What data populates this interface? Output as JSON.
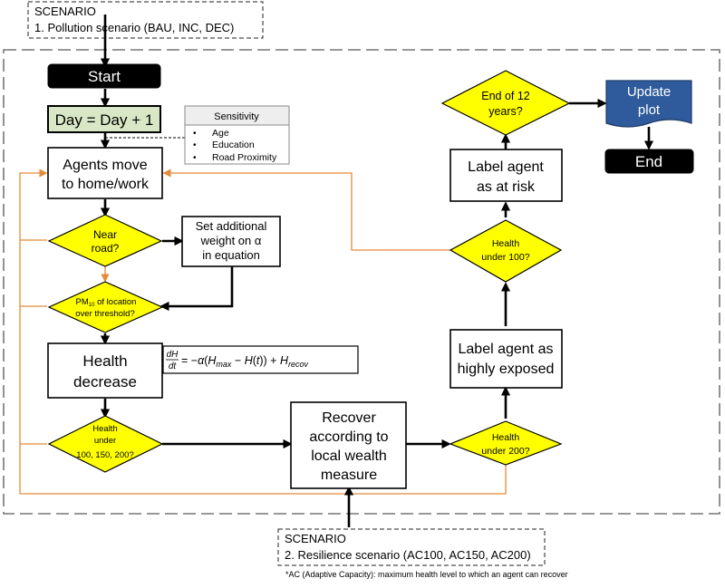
{
  "scenario1": {
    "title": "SCENARIO",
    "text": "1. Pollution scenario (BAU, INC, DEC)"
  },
  "scenario2": {
    "title": "SCENARIO",
    "text": "2. Resilience scenario (AC100, AC150, AC200)"
  },
  "footnote": "*AC (Adaptive Capacity): maximum health level to which an agent can recover",
  "sensitivity": {
    "title": "Sensitivity",
    "items": [
      "Age",
      "Education",
      "Road Proximity"
    ]
  },
  "nodes": {
    "start": "Start",
    "day": "Day = Day + 1",
    "agents_move": [
      "Agents move",
      "to home/work"
    ],
    "near_road": [
      "Near",
      "road?"
    ],
    "set_weight": [
      "Set additional",
      "weight on α",
      "in equation"
    ],
    "pm_threshold": {
      "pm": "PM",
      "sub": "10",
      "rest": " of location",
      "line2": "over threshold?"
    },
    "health_decrease": [
      "Health",
      "decrease"
    ],
    "health_under_multi": [
      "Health",
      "under",
      "100, 150, 200?"
    ],
    "recover": [
      "Recover",
      "according to",
      "local wealth",
      "measure"
    ],
    "health_under_200": [
      "Health",
      "under 200?"
    ],
    "label_exposed": [
      "Label agent as",
      "highly exposed"
    ],
    "health_under_100": [
      "Health",
      "under 100?"
    ],
    "label_risk": [
      "Label agent",
      "as at risk"
    ],
    "end_12": [
      "End of 12",
      "years?"
    ],
    "update_plot": [
      "Update",
      "plot"
    ],
    "end": "End"
  },
  "colors": {
    "decision": "#ffff00",
    "day_box": "#d9e7c6",
    "update_plot": "#2f5b9c",
    "feedback": "#e58a36",
    "terminal": "#000000"
  }
}
